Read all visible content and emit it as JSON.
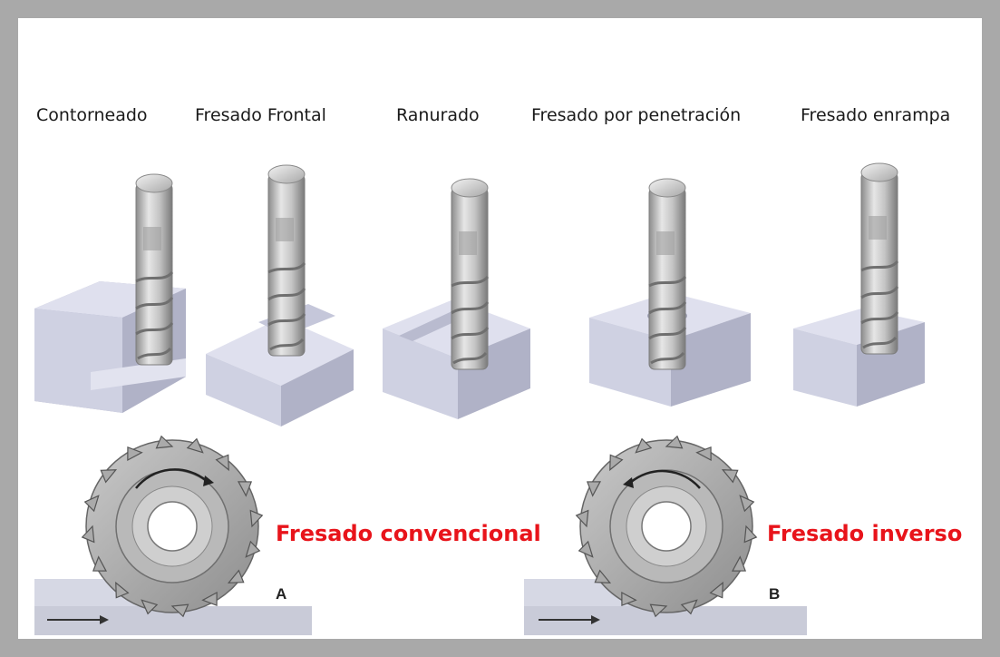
{
  "operations": [
    {
      "label": "Contorneado"
    },
    {
      "label": "Fresado Frontal"
    },
    {
      "label": "Ranurado"
    },
    {
      "label": "Fresado por penetración"
    },
    {
      "label": "Fresado enrampa"
    }
  ],
  "milling_modes": [
    {
      "label": "Fresado convencional",
      "letter": "A",
      "color": "#e8141b"
    },
    {
      "label": "Fresado inverso",
      "letter": "B",
      "color": "#e8141b"
    }
  ],
  "colors": {
    "frame": "#a9a9a9",
    "block_light": "#dfe0ee",
    "block_mid": "#c9cbdc",
    "block_dark": "#b1b3c8",
    "tool": "#bdbdbd"
  }
}
